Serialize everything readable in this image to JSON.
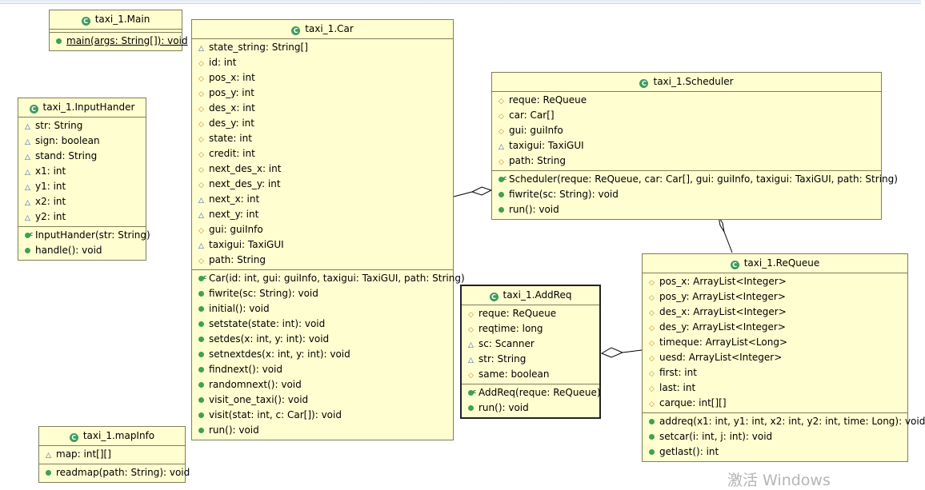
{
  "classes": {
    "main": {
      "title": "taxi_1.Main",
      "methods": [
        {
          "vis": "public",
          "text": "main(args: String[]): void",
          "static": true
        }
      ]
    },
    "inputhander": {
      "title": "taxi_1.InputHander",
      "attributes": [
        {
          "vis": "package",
          "text": "str: String"
        },
        {
          "vis": "package",
          "text": "sign: boolean"
        },
        {
          "vis": "package",
          "text": "stand: String"
        },
        {
          "vis": "package",
          "text": "x1: int"
        },
        {
          "vis": "package",
          "text": "y1: int"
        },
        {
          "vis": "package",
          "text": "x2: int"
        },
        {
          "vis": "package",
          "text": "y2: int"
        }
      ],
      "methods": [
        {
          "vis": "constructor",
          "text": "InputHander(str: String)"
        },
        {
          "vis": "public",
          "text": "handle(): void"
        }
      ]
    },
    "car": {
      "title": "taxi_1.Car",
      "attributes": [
        {
          "vis": "package",
          "text": "state_string: String[]"
        },
        {
          "vis": "protected",
          "text": "id: int"
        },
        {
          "vis": "protected",
          "text": "pos_x: int"
        },
        {
          "vis": "protected",
          "text": "pos_y: int"
        },
        {
          "vis": "protected",
          "text": "des_x: int"
        },
        {
          "vis": "protected",
          "text": "des_y: int"
        },
        {
          "vis": "protected",
          "text": "state: int"
        },
        {
          "vis": "protected",
          "text": "credit: int"
        },
        {
          "vis": "protected",
          "text": "next_des_x: int"
        },
        {
          "vis": "protected",
          "text": "next_des_y: int"
        },
        {
          "vis": "package",
          "text": "next_x: int"
        },
        {
          "vis": "package",
          "text": "next_y: int"
        },
        {
          "vis": "protected",
          "text": "gui: guiInfo"
        },
        {
          "vis": "package",
          "text": "taxigui: TaxiGUI"
        },
        {
          "vis": "protected",
          "text": "path: String"
        }
      ],
      "methods": [
        {
          "vis": "constructor",
          "text": "Car(id: int, gui: guiInfo, taxigui: TaxiGUI, path: String)"
        },
        {
          "vis": "public",
          "text": "fiwrite(sc: String): void"
        },
        {
          "vis": "public",
          "text": "initial(): void"
        },
        {
          "vis": "public",
          "text": "setstate(state: int): void"
        },
        {
          "vis": "public",
          "text": "setdes(x: int, y: int): void"
        },
        {
          "vis": "public",
          "text": "setnextdes(x: int, y: int): void"
        },
        {
          "vis": "public",
          "text": "findnext(): void"
        },
        {
          "vis": "public",
          "text": "randomnext(): void"
        },
        {
          "vis": "public",
          "text": "visit_one_taxi(): void"
        },
        {
          "vis": "public",
          "text": "visit(stat: int, c: Car[]): void"
        },
        {
          "vis": "public",
          "text": "run(): void"
        }
      ]
    },
    "scheduler": {
      "title": "taxi_1.Scheduler",
      "attributes": [
        {
          "vis": "protected",
          "text": "reque: ReQueue"
        },
        {
          "vis": "protected",
          "text": "car: Car[]"
        },
        {
          "vis": "protected",
          "text": "gui: guiInfo"
        },
        {
          "vis": "package",
          "text": "taxigui: TaxiGUI"
        },
        {
          "vis": "protected",
          "text": "path: String"
        }
      ],
      "methods": [
        {
          "vis": "constructor",
          "text": "Scheduler(reque: ReQueue, car: Car[], gui: guiInfo, taxigui: TaxiGUI, path: String)"
        },
        {
          "vis": "public",
          "text": "fiwrite(sc: String): void"
        },
        {
          "vis": "public",
          "text": "run(): void"
        }
      ]
    },
    "addreq": {
      "title": "taxi_1.AddReq",
      "attributes": [
        {
          "vis": "protected",
          "text": "reque: ReQueue"
        },
        {
          "vis": "protected",
          "text": "reqtime: long"
        },
        {
          "vis": "package",
          "text": "sc: Scanner"
        },
        {
          "vis": "package",
          "text": "str: String"
        },
        {
          "vis": "protected",
          "text": "same: boolean"
        }
      ],
      "methods": [
        {
          "vis": "constructor",
          "text": "AddReq(reque: ReQueue)"
        },
        {
          "vis": "public",
          "text": "run(): void"
        }
      ]
    },
    "requeue": {
      "title": "taxi_1.ReQueue",
      "attributes": [
        {
          "vis": "protected",
          "text": "pos_x: ArrayList<Integer>"
        },
        {
          "vis": "protected",
          "text": "pos_y: ArrayList<Integer>"
        },
        {
          "vis": "protected",
          "text": "des_x: ArrayList<Integer>"
        },
        {
          "vis": "protected",
          "text": "des_y: ArrayList<Integer>"
        },
        {
          "vis": "protected",
          "text": "timeque: ArrayList<Long>"
        },
        {
          "vis": "protected",
          "text": "uesd: ArrayList<Integer>"
        },
        {
          "vis": "protected",
          "text": "first: int"
        },
        {
          "vis": "protected",
          "text": "last: int"
        },
        {
          "vis": "protected",
          "text": "carque: int[][]"
        }
      ],
      "methods": [
        {
          "vis": "public",
          "text": "addreq(x1: int, y1: int, x2: int, y2: int, time: Long): void"
        },
        {
          "vis": "public",
          "text": "setcar(i: int, j: int): void"
        },
        {
          "vis": "public",
          "text": "getlast(): int"
        }
      ]
    },
    "mapinfo": {
      "title": "taxi_1.mapInfo",
      "attributes": [
        {
          "vis": "package",
          "text": "map: int[][]"
        }
      ],
      "methods": [
        {
          "vis": "public",
          "text": "readmap(path: String): void"
        }
      ]
    }
  },
  "watermark": "激活 Windows",
  "colors": {
    "class_fill": "#fffed0",
    "class_border": "#7f7f5a",
    "class_icon": "#3f9a5e"
  }
}
